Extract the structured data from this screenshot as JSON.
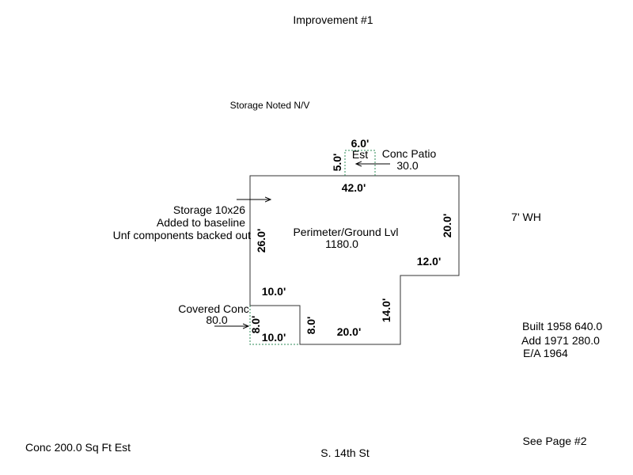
{
  "title": "Improvement #1",
  "note_storage": "Storage Noted N/V",
  "patio": {
    "width": "6.0'",
    "depth": "5.0'",
    "est": "Est",
    "label": "Conc Patio",
    "area": "30.0"
  },
  "main": {
    "label": "Perimeter/Ground Lvl",
    "area": "1180.0",
    "dims": {
      "top": "42.0'",
      "right_upper": "20.0'",
      "step_top": "12.0'",
      "step_right": "14.0'",
      "bottom_right": "20.0'",
      "notch_left": "8.0'",
      "left": "26.0'",
      "notch_top": "10.0'"
    }
  },
  "storage_note": {
    "line1": "Storage 10x26",
    "line2": "Added to baseline",
    "line3": "Unf components backed out"
  },
  "covered": {
    "label": "Covered Conc",
    "area": "80.0",
    "depth": "8.0'",
    "width": "10.0'"
  },
  "wh_note": "7' WH",
  "info": {
    "built": "Built 1958 640.0",
    "add": "Add 1971 280.0",
    "ea": "E/A 1964"
  },
  "bottom_left": "Conc 200.0 Sq Ft Est",
  "street": "S. 14th St",
  "see_page": "See Page #2",
  "colors": {
    "outline": "#333333",
    "dashed": "#2e8b57",
    "text": "#000000"
  }
}
